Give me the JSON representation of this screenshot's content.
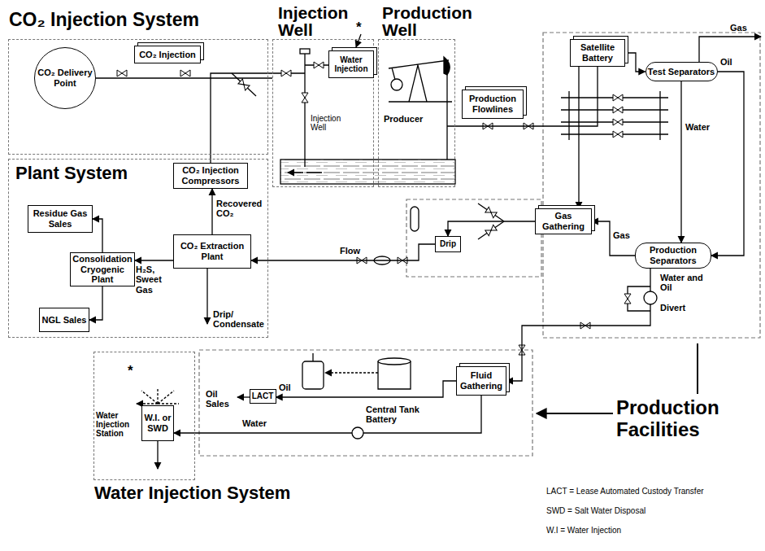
{
  "diagram": {
    "nodes": [
      {
        "text": [
          "CO₂ Injection System"
        ]
      },
      {
        "text": [
          "CO₂ Delivery Point"
        ],
        "in": 0
      },
      {
        "text": [
          "CO₂ Injection"
        ],
        "in": 0
      },
      {
        "text": [
          "Injection Well"
        ]
      },
      {
        "text": [
          "Water Injection"
        ],
        "in": 3
      },
      {
        "text": [
          "Production Well"
        ]
      },
      {
        "text": [
          "Production Flowlines"
        ]
      },
      {
        "text": [
          "Plant System"
        ]
      },
      {
        "text": [
          "CO₂ Injection Compressors"
        ],
        "in": 7
      },
      {
        "text": [
          "CO₂ Extraction Plant"
        ],
        "in": 7
      },
      {
        "text": [
          "Residue Gas Sales"
        ],
        "in": 7
      },
      {
        "text": [
          "Consolidation Cryogenic Plant"
        ],
        "in": 7
      },
      {
        "text": [
          "NGL Sales"
        ],
        "in": 7
      },
      {
        "text": [
          "Satellite Battery"
        ]
      },
      {
        "text": [
          "Test Separators"
        ]
      },
      {
        "text": [
          "Gas Gathering"
        ]
      },
      {
        "text": [
          "Drip"
        ]
      },
      {
        "text": [
          "Production Separators"
        ]
      },
      {
        "text": [
          "Fluid Gathering"
        ]
      },
      {
        "text": [
          "LACT"
        ]
      },
      {
        "text": [
          "Water Injection System"
        ]
      },
      {
        "text": [
          "W.I. or SWD"
        ],
        "in": 20
      }
    ],
    "edges": [
      {
        "from": 1,
        "to": 3,
        "arrow": "none"
      },
      {
        "from": 8,
        "to": 3,
        "arrow": "none"
      },
      {
        "from": 9,
        "to": 8,
        "label": "Recovered CO₂",
        "arrow": "to"
      },
      {
        "from": 9,
        "to": 11,
        "label": "H₂S, Sweet Gas",
        "arrow": "to"
      },
      {
        "from": 11,
        "to": 10,
        "arrow": "to"
      },
      {
        "from": 11,
        "to": 12,
        "arrow": "to"
      },
      {
        "from": 5,
        "to": 13,
        "arrow": "none"
      },
      {
        "from": 13,
        "to": 14,
        "arrow": "to"
      },
      {
        "from": 14,
        "to": 17,
        "label": "Oil",
        "arrow": "to"
      },
      {
        "from": 14,
        "to": 17,
        "label": "Water",
        "arrow": "to"
      },
      {
        "from": 13,
        "to": 15,
        "arrow": "to"
      },
      {
        "from": 17,
        "to": 15,
        "label": "Gas",
        "arrow": "to"
      },
      {
        "from": 15,
        "to": 16,
        "arrow": "to"
      },
      {
        "from": 16,
        "to": 9,
        "label": "Flow",
        "arrow": "to"
      },
      {
        "from": 17,
        "to": 18,
        "label": "Water and Oil",
        "arrow": "to"
      },
      {
        "from": 18,
        "to": 19,
        "label": "Oil",
        "arrow": "to"
      },
      {
        "from": 18,
        "to": 21,
        "label": "Water",
        "arrow": "to"
      }
    ],
    "labels": [
      "*",
      "Injection Well",
      "Producer",
      "Gas",
      "Drip/ Condensate",
      "Oil Sales",
      "Central Tank Battery",
      "Divert",
      "*",
      "Water Injection Station",
      "Production Facilities",
      "LACT = Lease Automated Custody Transfer",
      "SWD = Salt Water Disposal",
      "W.I = Water Injection"
    ]
  }
}
